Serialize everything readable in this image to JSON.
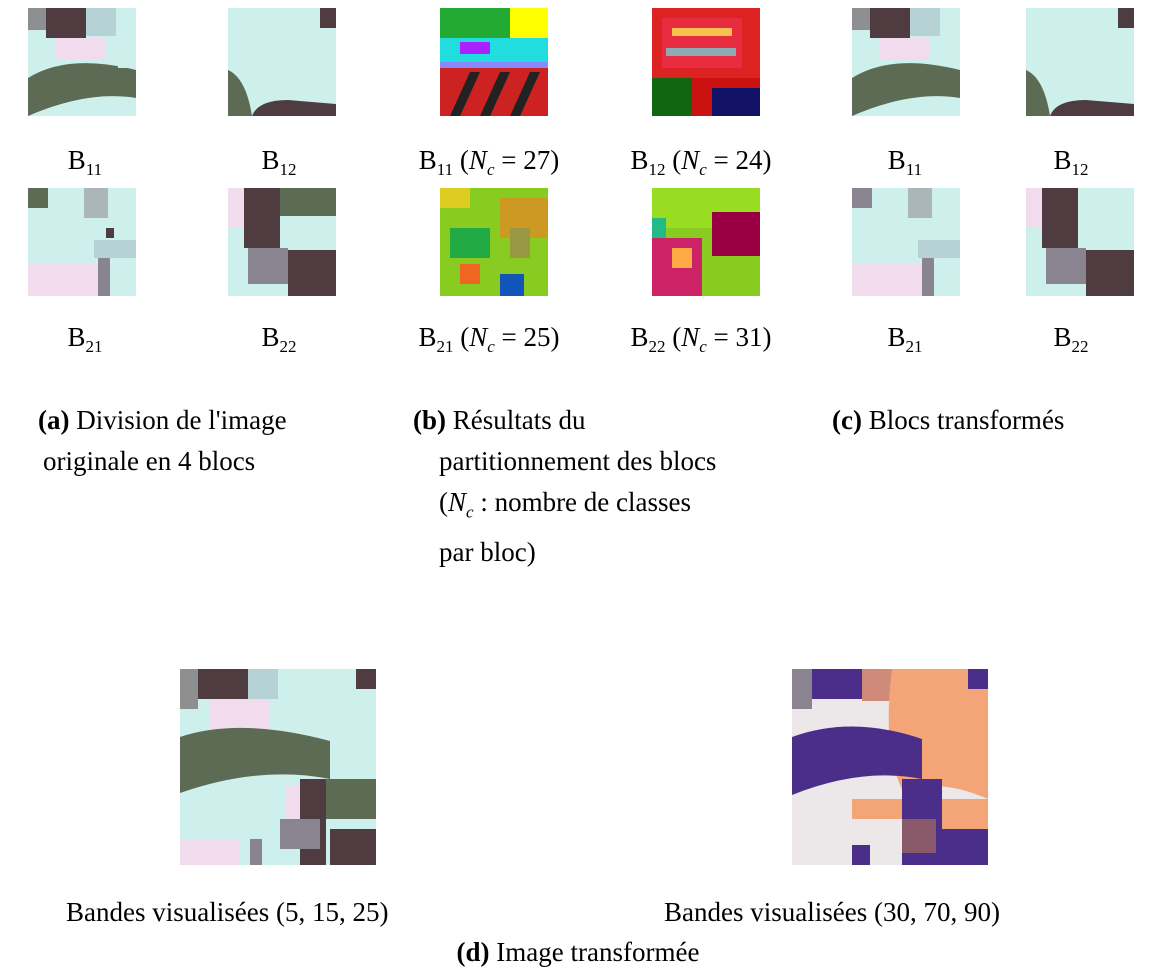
{
  "block_labels": {
    "b11": {
      "base": "B",
      "sub": "11"
    },
    "b12": {
      "base": "B",
      "sub": "12"
    },
    "b21": {
      "base": "B",
      "sub": "21"
    },
    "b22": {
      "base": "B",
      "sub": "22"
    }
  },
  "cluster_symbol": {
    "base": "N",
    "sub": "c"
  },
  "cluster_counts": {
    "b11": "27",
    "b12": "24",
    "b21": "25",
    "b22": "31"
  },
  "captions": {
    "a": {
      "tag": "(a)",
      "line1": " Division de l'image",
      "line2": "originale en 4 blocs"
    },
    "b": {
      "tag": "(b)",
      "line1": " Résultats du",
      "line2": "partitionnement des blocs",
      "line3_pre": "(",
      "line3_post": " : nombre de classes",
      "line4": "par bloc)"
    },
    "c": {
      "tag": "(c)",
      "line1": " Blocs transformés"
    },
    "d": {
      "tag": "(d)",
      "line1": " Image transformée"
    }
  },
  "band_labels": {
    "left": "Bandes visualisées (5, 15, 25)",
    "right": "Bandes visualisées (30, 70, 90)"
  },
  "colors": {
    "light_cyan": "#cdf0ec",
    "dark_green": "#5d6a54",
    "dark_maroon": "#4e3c40",
    "light_pink": "#f0dcec",
    "grey": "#8a8490",
    "peach": "#f4a578",
    "purple": "#4a2e8a",
    "off_white": "#ece8ea"
  }
}
